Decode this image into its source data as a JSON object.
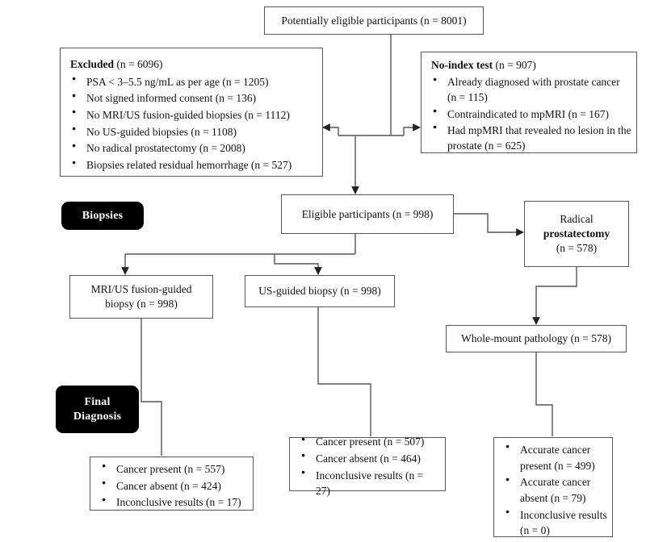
{
  "diagram": {
    "type": "flowchart",
    "title": "Prostate cancer diagnostic study participant flow",
    "stage_labels": {
      "biopsies": "Biopsies",
      "final_diagnosis": "Final\nDiagnosis"
    },
    "colors": {
      "box_border": "#555555",
      "box_fill": "#ffffff",
      "stage_pill_fill": "#000000",
      "stage_pill_text": "#ffffff",
      "edge": "#555555",
      "text": "#111111"
    }
  },
  "nodes": {
    "potentially_eligible": {
      "label": "Potentially eligible participants (n = 8001)",
      "n": 8001
    },
    "excluded": {
      "heading_bold": "Excluded",
      "heading_rest": " (n = 6096)",
      "n": 6096,
      "items": [
        "PSA < 3–5.5 ng/mL as per age (n = 1205)",
        "Not signed informed consent (n = 136)",
        "No MRI/US fusion-guided biopsies (n = 1112)",
        "No US-guided biopsies (n = 1108)",
        "No radical prostatectomy (n = 2008)",
        "Biopsies related residual hemorrhage (n = 527)"
      ]
    },
    "no_index_test": {
      "heading_bold": "No-index test",
      "heading_rest": " (n = 907)",
      "n": 907,
      "items": [
        "Already diagnosed with prostate cancer (n = 115)",
        "Contraindicated to mpMRI (n = 167)",
        "Had mpMRI that revealed no lesion in the prostate (n = 625)"
      ]
    },
    "eligible": {
      "label": "Eligible participants (n = 998)",
      "n": 998
    },
    "radical_prostatectomy": {
      "line1": "Radical",
      "line2": "prostatectomy",
      "line3": "(n = 578)",
      "n": 578
    },
    "mri_us_fusion_biopsy": {
      "label": "MRI/US fusion-guided biopsy (n = 998)",
      "n": 998
    },
    "us_guided_biopsy": {
      "label": "US-guided biopsy (n = 998)",
      "n": 998
    },
    "whole_mount_pathology": {
      "label": "Whole-mount pathology (n = 578)",
      "n": 578
    },
    "mri_us_results": {
      "items": [
        "Cancer present (n = 557)",
        "Cancer absent (n = 424)",
        "Inconclusive results (n = 17)"
      ],
      "values": {
        "cancer_present": 557,
        "cancer_absent": 424,
        "inconclusive": 17
      }
    },
    "us_results": {
      "items": [
        "Cancer present (n = 507)",
        "Cancer absent (n = 464)",
        "Inconclusive results (n = 27)"
      ],
      "values": {
        "cancer_present": 507,
        "cancer_absent": 464,
        "inconclusive": 27
      }
    },
    "pathology_results": {
      "items": [
        "Accurate cancer present (n = 499)",
        "Accurate cancer absent (n = 79)",
        "Inconclusive results (n = 0)"
      ],
      "values": {
        "accurate_cancer_present": 499,
        "accurate_cancer_absent": 79,
        "inconclusive": 0
      }
    }
  }
}
